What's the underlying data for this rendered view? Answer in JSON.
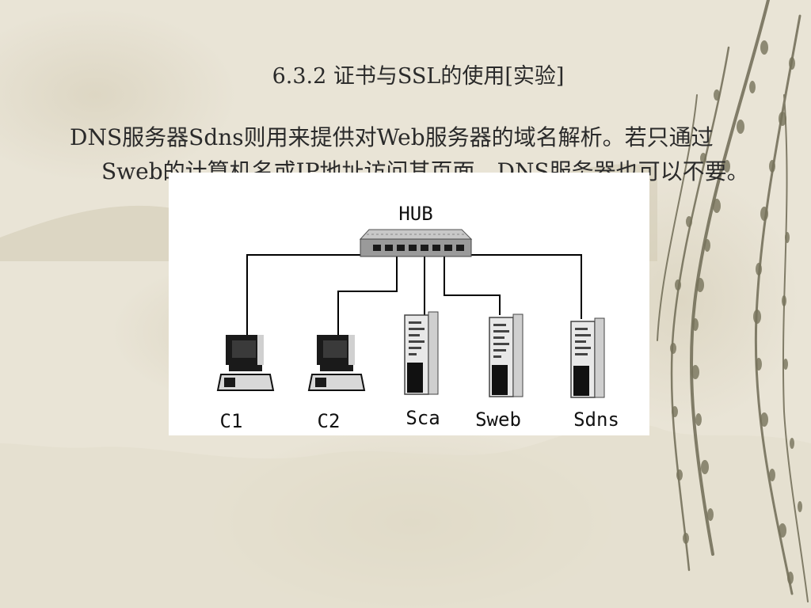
{
  "slide": {
    "title": "6.3.2 证书与SSL的使用[实验]",
    "body": "DNS服务器Sdns则用来提供对Web服务器的域名解析。若只通过Sweb的计算机名或IP地址访问其页面，DNS服务器也可以不要。"
  },
  "diagram": {
    "hub_label": "HUB",
    "nodes": [
      {
        "id": "c1",
        "label": "C1",
        "kind": "workstation"
      },
      {
        "id": "c2",
        "label": "C2",
        "kind": "workstation"
      },
      {
        "id": "sca",
        "label": "Sca",
        "kind": "server"
      },
      {
        "id": "sweb",
        "label": "Sweb",
        "kind": "server"
      },
      {
        "id": "sdns",
        "label": "Sdns",
        "kind": "server"
      }
    ]
  },
  "colors": {
    "background": "#e9e4d6",
    "text": "#2a2a2a",
    "diagram_bg": "#ffffff",
    "line": "#000000"
  }
}
